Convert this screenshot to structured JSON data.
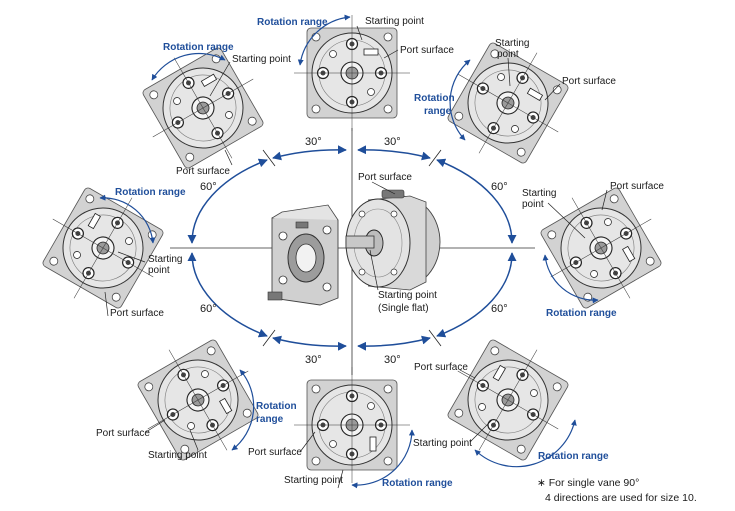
{
  "labels": {
    "rotation_range": "Rotation range",
    "rotation": "Rotation",
    "range": "range",
    "starting_point": "Starting point",
    "starting": "Starting",
    "point": "point",
    "port_surface": "Port surface",
    "center_starting_point": "Starting point",
    "single_flat": "(Single flat)"
  },
  "angles": {
    "thirty": "30°",
    "sixty": "60°"
  },
  "footnote": {
    "line1": "∗ For single vane 90°",
    "line2": "4 directions are used for size 10."
  },
  "colors": {
    "accent": "#1f4e9a",
    "body": "#dcdcdc",
    "body_dark": "#b5b5b5",
    "ink": "#1a1a1a"
  }
}
